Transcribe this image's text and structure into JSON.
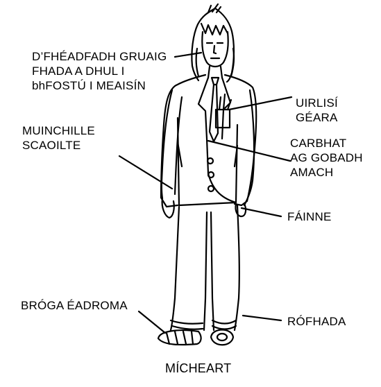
{
  "labels": {
    "long_hair": [
      "D’FHÉADFADH GRUAIG",
      "FHADA  A DHUL I",
      "bhFOSTÚ  I MEAISÍN"
    ],
    "sharp_tools": [
      "UIRLISÍ",
      "GÉARA"
    ],
    "loose_sleeves": [
      "MUINCHILLE",
      "SCAOILTE"
    ],
    "tie": [
      "CARBHAT",
      "AG GOBADH",
      "AMACH"
    ],
    "ring": [
      "FÁINNE"
    ],
    "light_shoes": [
      "BRÓGA ÉADROMA"
    ],
    "too_long": [
      "RÓFHADA"
    ]
  },
  "caption": "MÍCHEART",
  "colors": {
    "ink": "#000000",
    "paper": "#ffffff"
  }
}
